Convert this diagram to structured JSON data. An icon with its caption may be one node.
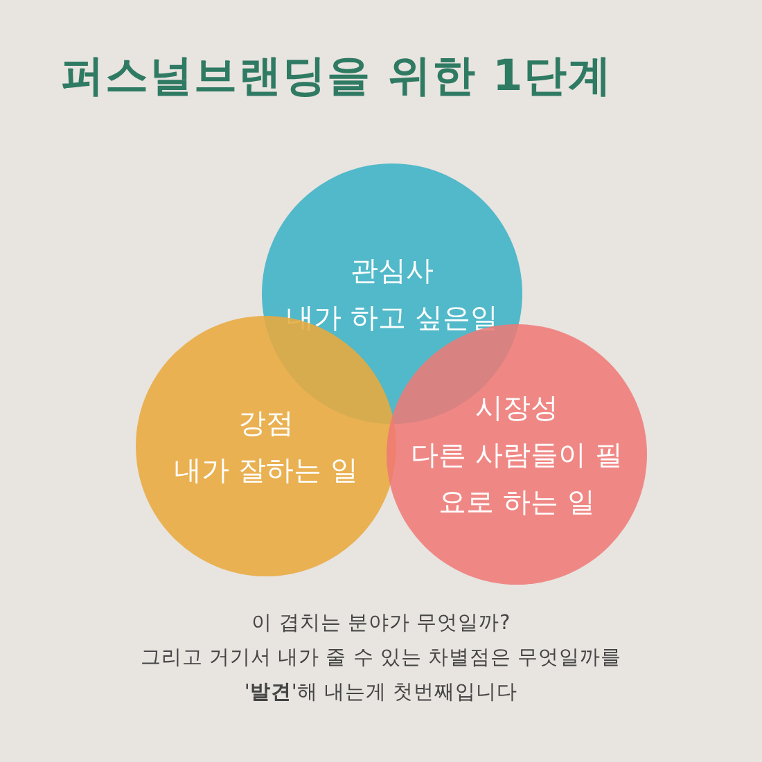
{
  "diagram": {
    "title": "퍼스널브랜딩을 위한 1단계",
    "nodes": [
      {
        "text": [
          "관심사",
          "내가 하고 싶은일"
        ]
      },
      {
        "text": [
          "강점",
          "내가 잘하는 일"
        ]
      },
      {
        "text": [
          "시장성",
          "다른 사람들이 필요로 하는 일"
        ]
      }
    ],
    "labels": [
      "이 겹치는 분야가 무엇일까?",
      "그리고 거기서 내가 줄 수 있는 차별점은 무엇일까를",
      "'**발견**'해 내는게 첫번째입니다"
    ]
  }
}
